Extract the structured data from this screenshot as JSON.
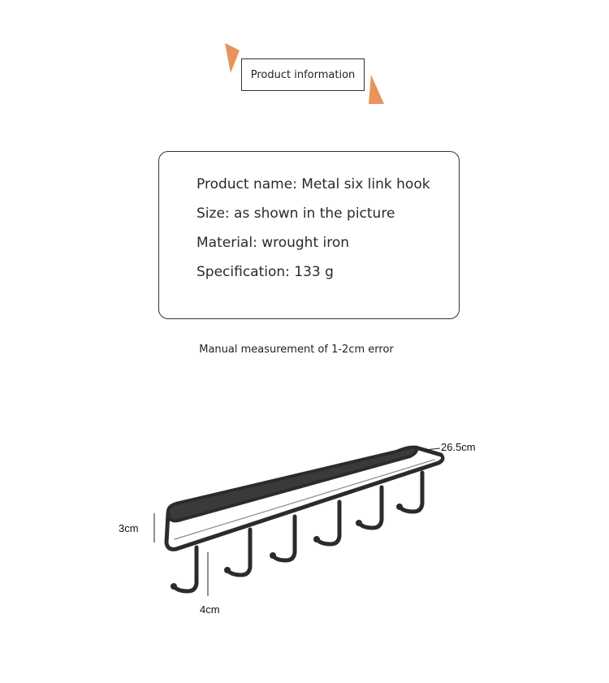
{
  "header": {
    "title": "Product information"
  },
  "info": {
    "lines": [
      "Product name: Metal six link hook",
      "Size: as shown in the picture",
      "Material: wrought iron",
      "Specification: 133 g"
    ]
  },
  "note": "Manual measurement of 1-2cm error",
  "dimensions": {
    "length": "26.5cm",
    "height": "3cm",
    "depth": "4cm"
  },
  "colors": {
    "accent": "#e8935a",
    "product": "#2b2b2b",
    "border": "#333333"
  }
}
